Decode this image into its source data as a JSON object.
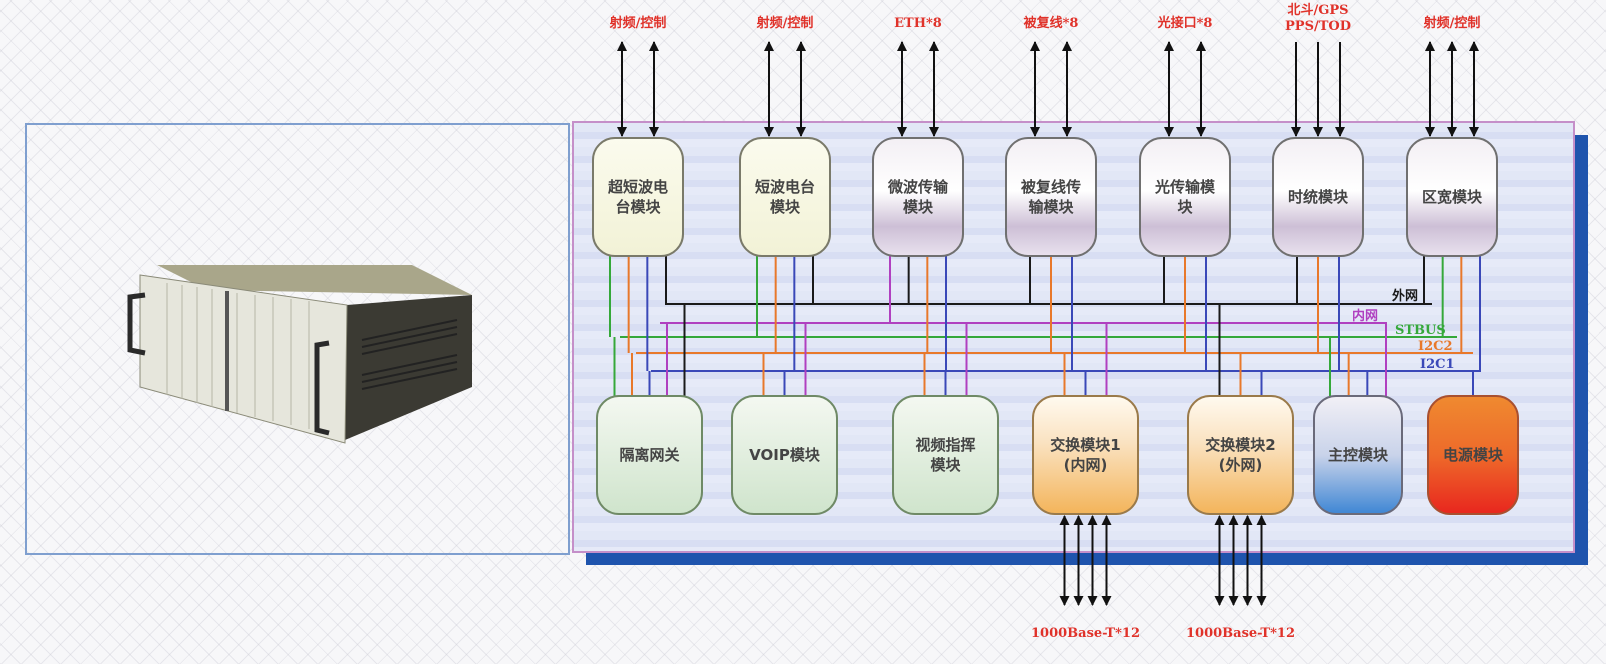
{
  "diagram": {
    "title": "设备系统结构框图",
    "device_photo": {
      "description": "rack-mount chassis photo",
      "icon": "chassis-device-icon"
    },
    "colors": {
      "external_net": "#1a1a1a",
      "internal_net": "#b040c0",
      "stbus": "#35a83a",
      "i2c2": "#e8782a",
      "i2c1": "#3a48b8",
      "io_label": "#e0322a",
      "panel_border": "#c58fc9",
      "panel_shadow": "#1f54ad"
    },
    "buses": [
      {
        "id": "ext",
        "label": "外网",
        "color": "#1a1a1a"
      },
      {
        "id": "int",
        "label": "内网",
        "color": "#b040c0"
      },
      {
        "id": "stbus",
        "label": "STBUS",
        "color": "#35a83a"
      },
      {
        "id": "i2c2",
        "label": "I2C2",
        "color": "#e8782a"
      },
      {
        "id": "i2c1",
        "label": "I2C1",
        "color": "#3a48b8"
      }
    ],
    "top_modules": [
      {
        "id": "m1",
        "lines": [
          "超短波电",
          "台模块"
        ],
        "style": "cream",
        "io_label": [
          "射频/控制"
        ],
        "arrows": 2,
        "arrow_dir": "both"
      },
      {
        "id": "m2",
        "lines": [
          "短波电台",
          "模块"
        ],
        "style": "cream",
        "io_label": [
          "射频/控制"
        ],
        "arrows": 2,
        "arrow_dir": "both"
      },
      {
        "id": "m3",
        "lines": [
          "微波传输",
          "模块"
        ],
        "style": "lilac",
        "io_label": [
          "ETH*8"
        ],
        "arrows": 2,
        "arrow_dir": "both"
      },
      {
        "id": "m4",
        "lines": [
          "被复线传",
          "输模块"
        ],
        "style": "lilac",
        "io_label": [
          "被复线*8"
        ],
        "arrows": 2,
        "arrow_dir": "both"
      },
      {
        "id": "m5",
        "lines": [
          "光传输模",
          "块"
        ],
        "style": "lilac",
        "io_label": [
          "光接口*8"
        ],
        "arrows": 2,
        "arrow_dir": "both"
      },
      {
        "id": "m6",
        "lines": [
          "时统模块"
        ],
        "style": "lilac",
        "io_label": [
          "北斗/GPS",
          "PPS/TOD"
        ],
        "arrows": 3,
        "arrow_dir": "down"
      },
      {
        "id": "m7",
        "lines": [
          "区宽模块"
        ],
        "style": "lilac",
        "io_label": [
          "射频/控制"
        ],
        "arrows": 3,
        "arrow_dir": "both"
      }
    ],
    "bottom_modules": [
      {
        "id": "b1",
        "lines": [
          "隔离网关"
        ],
        "style": "green"
      },
      {
        "id": "b2",
        "lines": [
          "VOIP模块"
        ],
        "style": "green"
      },
      {
        "id": "b3",
        "lines": [
          "视频指挥",
          "模块"
        ],
        "style": "green"
      },
      {
        "id": "b4",
        "lines": [
          "交换模块1",
          "(内网)"
        ],
        "style": "orange",
        "io_label": "1000Base-T*12",
        "arrows": 4
      },
      {
        "id": "b5",
        "lines": [
          "交换模块2",
          "(外网)"
        ],
        "style": "orange",
        "io_label": "1000Base-T*12",
        "arrows": 4
      },
      {
        "id": "b6",
        "lines": [
          "主控模块"
        ],
        "style": "blue"
      },
      {
        "id": "b7",
        "lines": [
          "电源模块"
        ],
        "style": "red"
      }
    ],
    "connections": {
      "m1": [
        "stbus",
        "i2c2",
        "i2c1",
        "ext"
      ],
      "m2": [
        "stbus",
        "i2c2",
        "i2c1",
        "ext"
      ],
      "m3": [
        "int",
        "ext",
        "i2c2",
        "i2c1"
      ],
      "m4": [
        "ext",
        "i2c2",
        "i2c1"
      ],
      "m5": [
        "ext",
        "i2c2",
        "i2c1"
      ],
      "m6": [
        "ext",
        "i2c2",
        "i2c1"
      ],
      "m7": [
        "ext",
        "stbus",
        "i2c2",
        "i2c1"
      ],
      "b1": [
        "stbus",
        "i2c2",
        "i2c1",
        "int",
        "ext"
      ],
      "b2": [
        "i2c2",
        "i2c1",
        "int"
      ],
      "b3": [
        "i2c2",
        "i2c1",
        "int"
      ],
      "b4": [
        "i2c2",
        "i2c1",
        "int"
      ],
      "b5": [
        "ext",
        "i2c2",
        "i2c1"
      ],
      "b6": [
        "stbus",
        "i2c2",
        "i2c1",
        "int"
      ],
      "b7": [
        "i2c1"
      ]
    }
  }
}
